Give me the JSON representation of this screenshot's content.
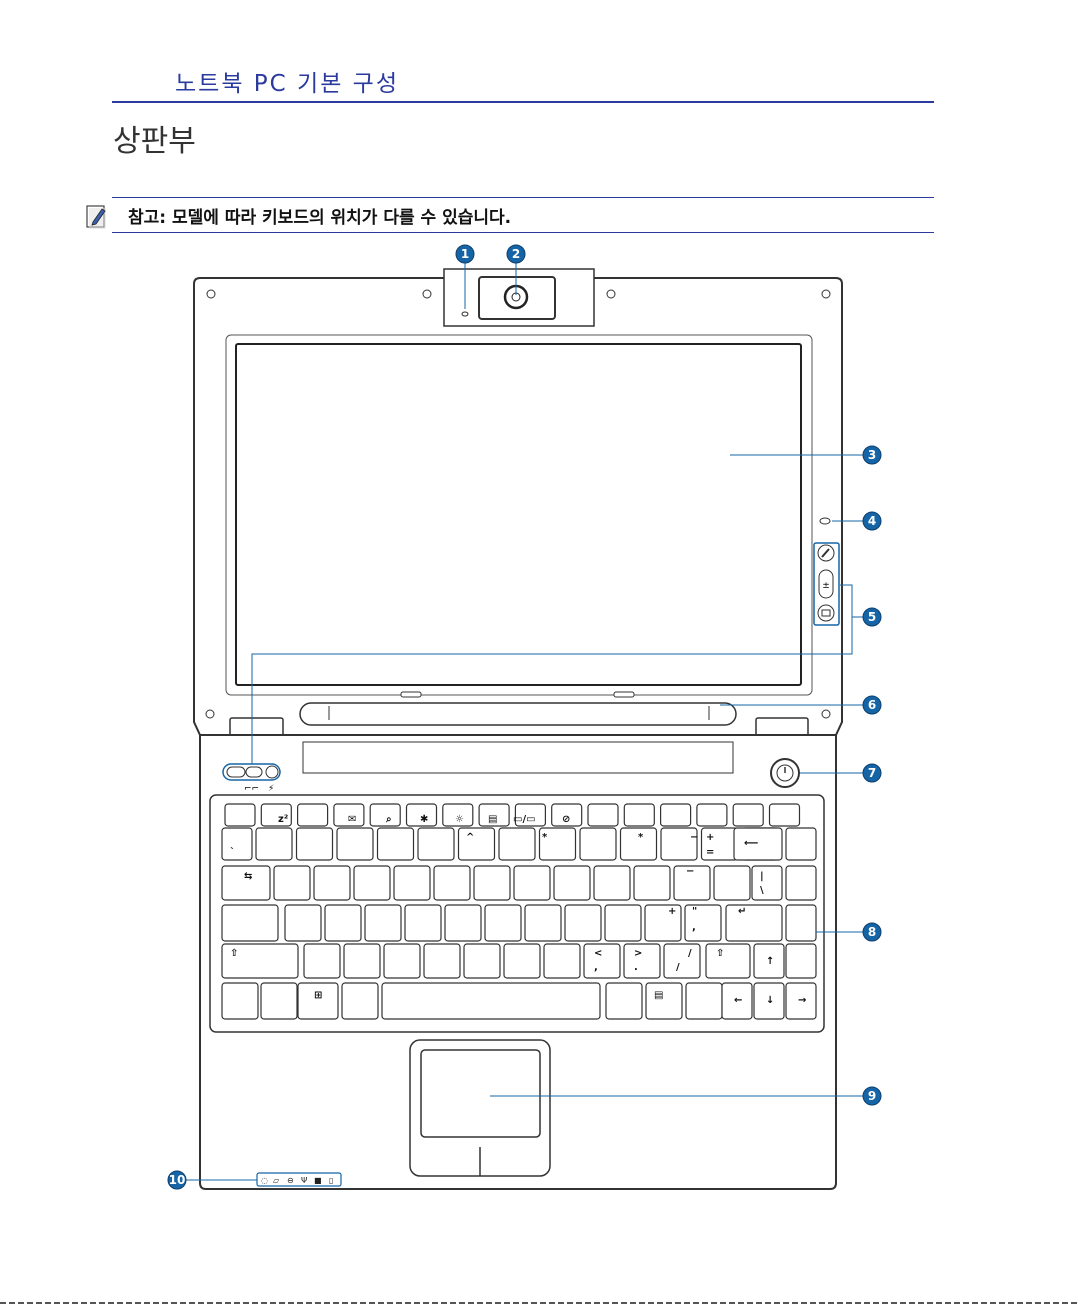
{
  "header": {
    "title": "노트북 PC 기본 구성"
  },
  "section": {
    "title": "상판부"
  },
  "note": {
    "text": "참고: 모델에 따라 키보드의 위치가 다를 수 있습니다."
  },
  "callouts": [
    "1",
    "2",
    "3",
    "4",
    "5",
    "6",
    "7",
    "8",
    "9",
    "10"
  ],
  "colors": {
    "accent": "#2a3a9e",
    "callout": "#1565a6"
  },
  "icons": [
    "note-pencil-icon",
    "power-icon",
    "camera-icon",
    "touchpad-icon",
    "windows-icon"
  ]
}
